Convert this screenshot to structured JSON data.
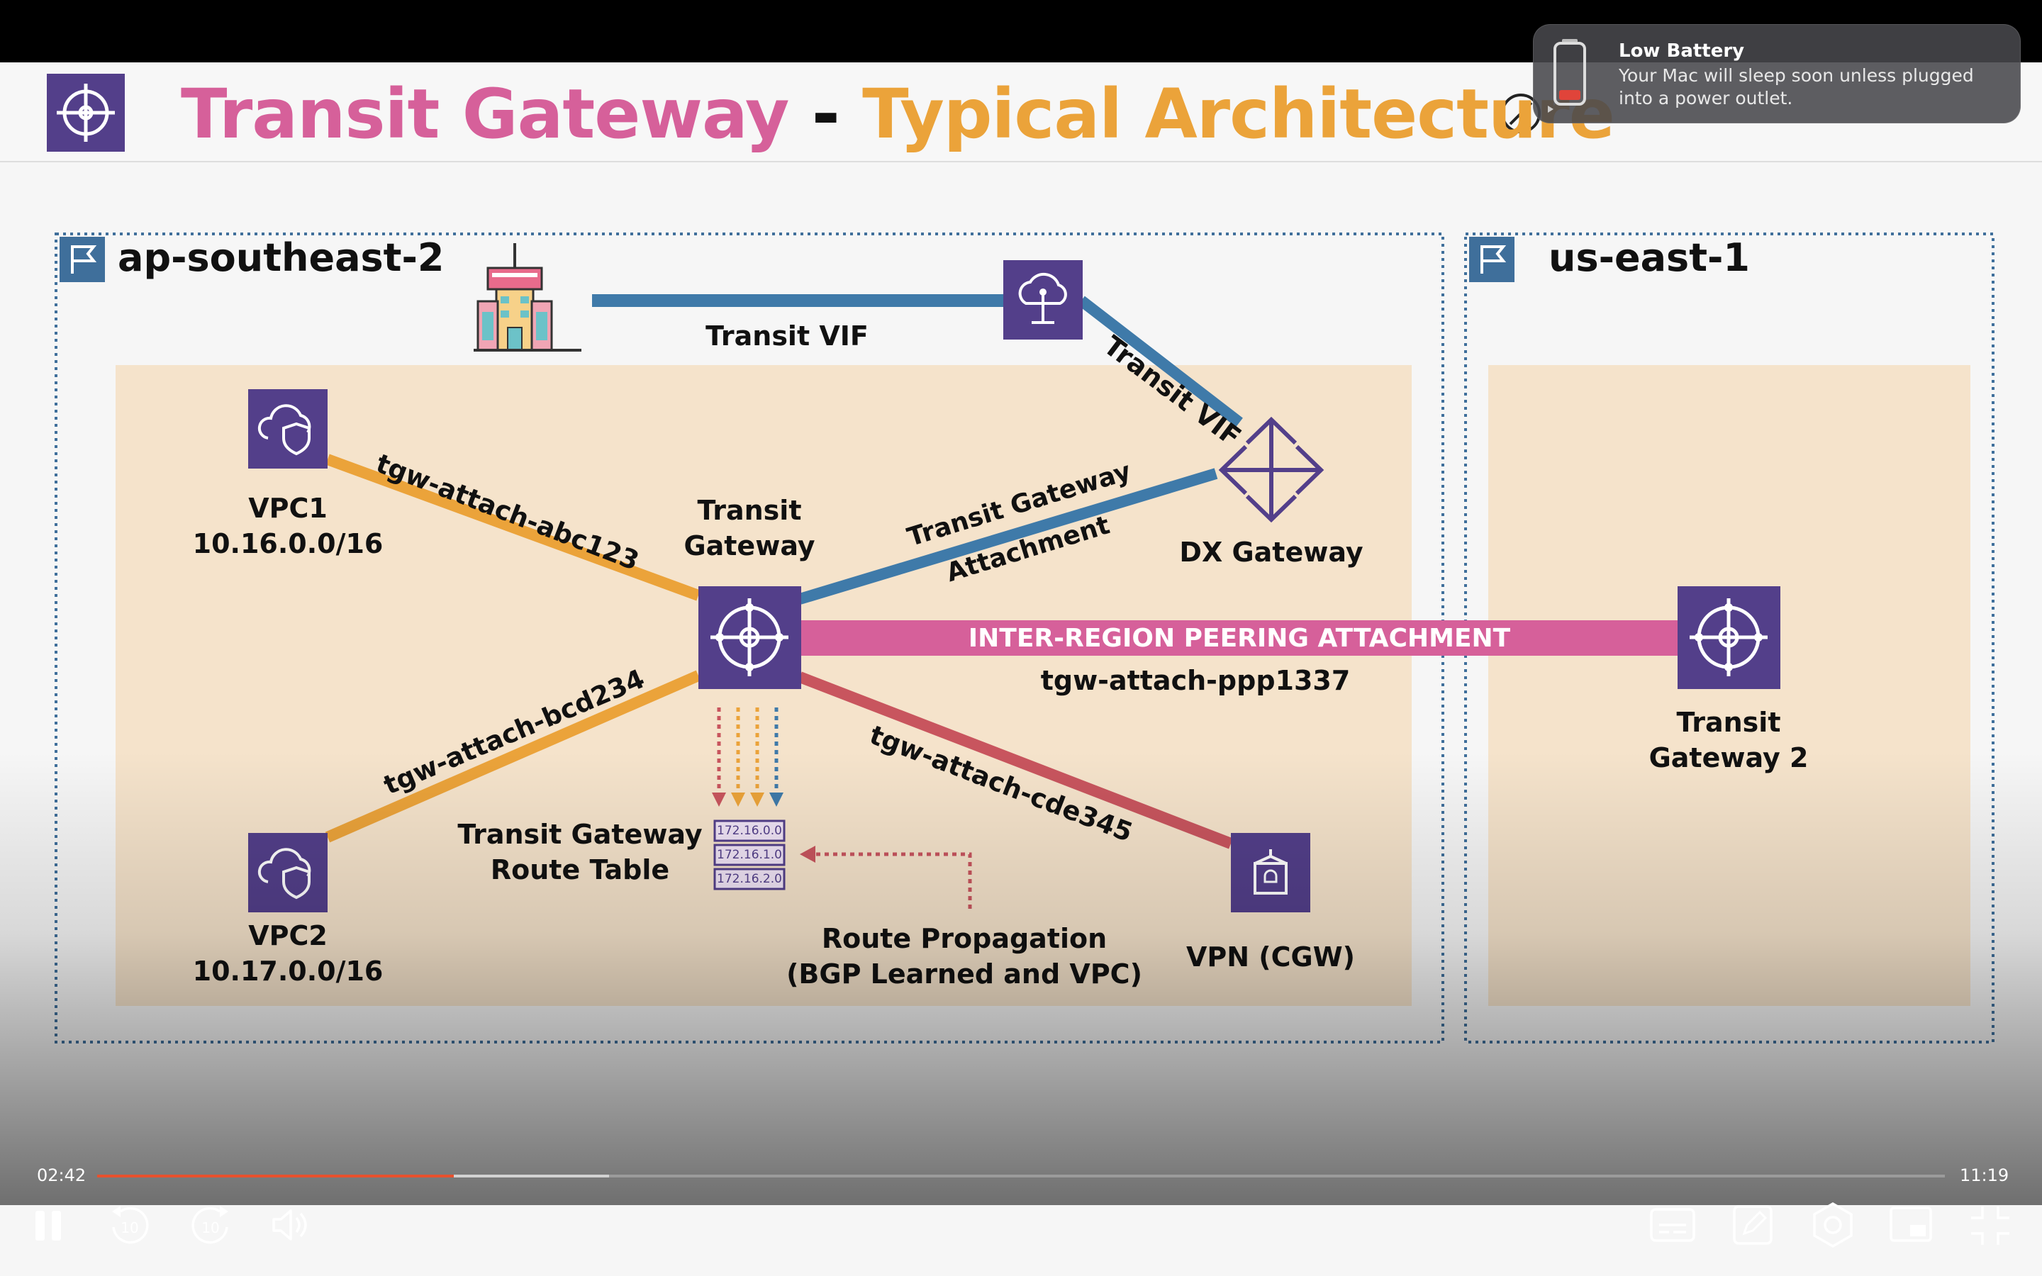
{
  "slide": {
    "title_part1": "Transit Gateway",
    "title_sep": "-",
    "title_part2": "Typical Architecture",
    "colors": {
      "pink": "#d6609a",
      "orange": "#eba33a",
      "purple": "#533f8a",
      "blue": "#3f7aa9",
      "red": "#c8555e",
      "beige": "#f5e3cb"
    },
    "regions": [
      {
        "name": "ap-southeast-2",
        "icon": "flag-icon"
      },
      {
        "name": "us-east-1",
        "icon": "flag-icon"
      }
    ],
    "labels": {
      "transit_vif_1": "Transit VIF",
      "transit_vif_2": "Transit VIF",
      "vpc1_name": "VPC1",
      "vpc1_cidr": "10.16.0.0/16",
      "vpc2_name": "VPC2",
      "vpc2_cidr": "10.17.0.0/16",
      "tgw_line1": "Transit",
      "tgw_line2": "Gateway",
      "attach_abc": "tgw-attach-abc123",
      "attach_bcd": "tgw-attach-bcd234",
      "attach_cde": "tgw-attach-cde345",
      "tgw_attachment_line1": "Transit Gateway",
      "tgw_attachment_line2": "Attachment",
      "dx_gateway": "DX Gateway",
      "peering": "INTER-REGION PEERING ATTACHMENT",
      "peering_id": "tgw-attach-ppp1337",
      "route_table_line1": "Transit Gateway",
      "route_table_line2": "Route Table",
      "route_entries": [
        "172.16.0.0",
        "172.16.1.0",
        "172.16.2.0"
      ],
      "route_prop_line1": "Route Propagation",
      "route_prop_line2": "(BGP Learned and VPC)",
      "vpn": "VPN (CGW)",
      "tgw2_line1": "Transit",
      "tgw2_line2": "Gateway 2"
    },
    "icons": [
      "transit-gateway-icon",
      "building-icon",
      "direct-connect-icon",
      "vpc-icon",
      "dx-gateway-icon",
      "vpn-icon",
      "route-table-icon"
    ]
  },
  "notification": {
    "title": "Low Battery",
    "body": "Your Mac will sleep soon unless plugged into a power outlet.",
    "icon": "battery-low-icon"
  },
  "player": {
    "current_time": "02:42",
    "total_time": "11:19",
    "progress": 0.193,
    "buffered": 0.277,
    "progress_color": "#e8512d",
    "skip_back_seconds": "10",
    "skip_forward_seconds": "10",
    "buttons": [
      "pause-icon",
      "rewind-10-icon",
      "forward-10-icon",
      "volume-icon",
      "captions-icon",
      "notes-icon",
      "settings-icon",
      "picture-in-picture-icon",
      "exit-fullscreen-icon"
    ]
  }
}
